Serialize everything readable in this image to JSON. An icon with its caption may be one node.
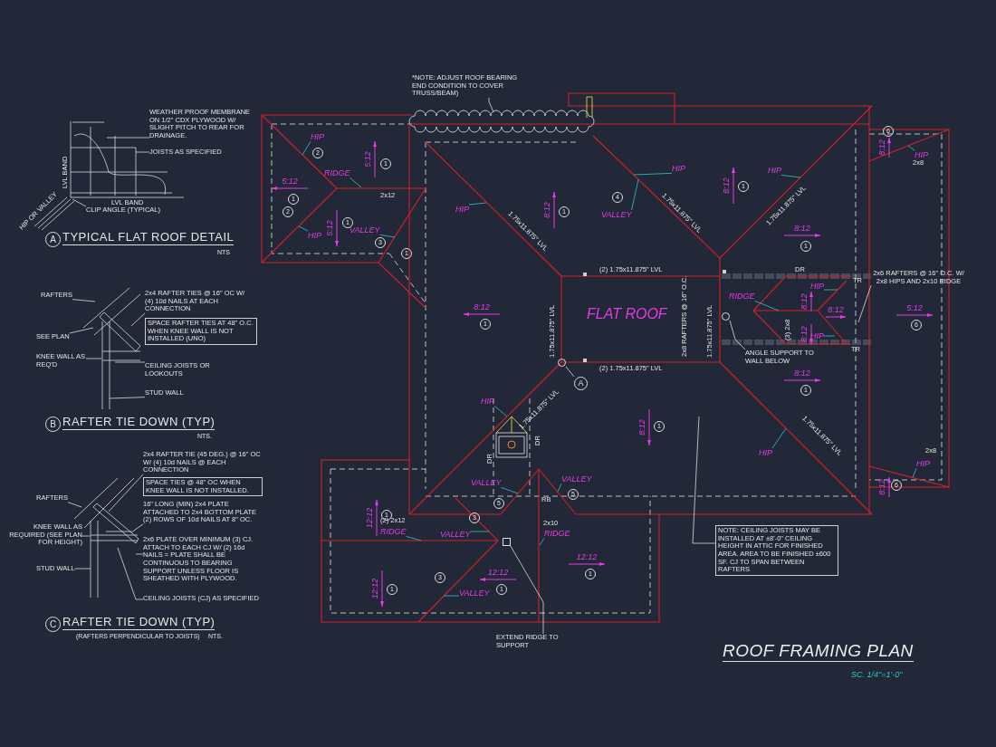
{
  "diagram": {
    "title": "ROOF FRAMING PLAN",
    "nodes": [
      {
        "text": [
          "WEATHER PROOF MEMBRANE ON 1/2\" CDX PLYWOOD W/ SLIGHT PITCH TO REAR FOR DRAINAGE."
        ]
      },
      {
        "text": [
          "JOISTS AS SPECIFIED"
        ]
      },
      {
        "text": [
          "CLIP ANGLE (TYPICAL)"
        ]
      },
      {
        "text": [
          "RAFTERS"
        ]
      },
      {
        "text": [
          "2x4 RAFTER TIES @ 16\" OC W/ (4) 10d NAILS AT EACH CONNECTION"
        ]
      },
      {
        "text": [
          "SPACE RAFTER TIES AT 48\" O.C. WHEN KNEE WALL IS NOT INSTALLED (UNO)"
        ]
      },
      {
        "text": [
          "SEE PLAN"
        ]
      },
      {
        "text": [
          "KNEE WALL AS REQ'D"
        ]
      },
      {
        "text": [
          "CEILING JOISTS OR LOOKOUTS"
        ]
      },
      {
        "text": [
          "STUD WALL"
        ]
      },
      {
        "text": [
          "RAFTERS"
        ]
      },
      {
        "text": [
          "2x4 RAFTER TIE (45 DEG.) @ 16\" OC W/ (4) 10d NAILS @ EACH CONNECTION"
        ]
      },
      {
        "text": [
          "SPACE TIES @ 48\" OC WHEN KNEE WALL IS NOT INSTALLED."
        ]
      },
      {
        "text": [
          "16\" LONG (MIN) 2x4 PLATE ATTACHED TO 2x4 BOTTOM PLATE (2) ROWS OF 10d NAILS AT 8\" OC."
        ]
      },
      {
        "text": [
          "KNEE WALL AS REQUIRED (SEE PLAN FOR HEIGHT)"
        ]
      },
      {
        "text": [
          "2x6 PLATE OVER MINIMUM (3) CJ. ATTACH TO EACH CJ W/ (2) 16d NAILS = PLATE SHALL BE CONTINUOUS TO BEARING SUPPORT UNLESS FLOOR IS SHEATHED WITH PLYWOOD."
        ]
      },
      {
        "text": [
          "STUD WALL"
        ]
      },
      {
        "text": [
          "CEILING JOISTS (CJ) AS SPECIFIED"
        ]
      },
      {
        "text": [
          "*NOTE: ADJUST ROOF BEARING END CONDITION TO COVER TRUSS/BEAM)"
        ]
      },
      {
        "text": [
          "NOTE: CEILING JOISTS MAY BE INSTALLED AT ±8'-0\" CEILING HEIGHT IN ATTIC FOR FINISHED AREA. AREA TO BE FINISHED ±600 SF. CJ TO SPAN BETWEEN RAFTERS"
        ]
      },
      {
        "text": [
          "EXTEND RIDGE TO SUPPORT"
        ]
      },
      {
        "text": [
          "ANGLE SUPPORT TO WALL BELOW"
        ]
      },
      {
        "text": [
          "2x6 RAFTERS @ 16\" O.C. W/ 2x8 HIPS AND 2x10 RIDGE"
        ]
      },
      {
        "text": [
          "A"
        ]
      },
      {
        "text": [
          "HIP"
        ]
      },
      {
        "text": [
          "HIP"
        ]
      },
      {
        "text": [
          "RIDGE"
        ]
      },
      {
        "text": [
          "VALLEY"
        ]
      },
      {
        "text": [
          "HIP"
        ]
      },
      {
        "text": [
          "VALLEY"
        ]
      },
      {
        "text": [
          "HIP"
        ]
      },
      {
        "text": [
          "HIP"
        ]
      },
      {
        "text": [
          "HIP"
        ]
      },
      {
        "text": [
          "RIDGE"
        ]
      },
      {
        "text": [
          "HIP"
        ]
      },
      {
        "text": [
          "HIP"
        ]
      },
      {
        "text": [
          "HIP"
        ]
      },
      {
        "text": [
          "HIP"
        ]
      },
      {
        "text": [
          "HIP"
        ]
      },
      {
        "text": [
          "VALLEY"
        ]
      },
      {
        "text": [
          "VALLEY"
        ]
      },
      {
        "text": [
          "RIDGE"
        ]
      },
      {
        "text": [
          "VALLEY"
        ]
      },
      {
        "text": [
          "RIDGE"
        ]
      },
      {
        "text": [
          "VALLEY"
        ]
      },
      {
        "text": [
          "A"
        ],
        "beside": [
          "TYPICAL FLAT ROOF DETAIL"
        ]
      },
      {
        "text": [
          "B"
        ],
        "beside": [
          "RAFTER TIE DOWN (TYP)"
        ]
      },
      {
        "text": [
          "C"
        ],
        "beside": [
          "RAFTER TIE DOWN (TYP)"
        ]
      },
      {
        "text": [],
        "shape": "circle"
      },
      {
        "text": [],
        "shape": "circle"
      },
      {
        "text": [],
        "shape": "box"
      }
    ],
    "edges": [
      {
        "from": 0,
        "to": null,
        "arrow": "none"
      },
      {
        "from": 1,
        "to": null,
        "arrow": "none"
      },
      {
        "from": 2,
        "to": null,
        "arrow": "none"
      },
      {
        "from": 3,
        "to": null,
        "arrow": "none"
      },
      {
        "from": 4,
        "to": null,
        "arrow": "none"
      },
      {
        "from": 6,
        "to": null,
        "arrow": "none"
      },
      {
        "from": 7,
        "to": null,
        "arrow": "none"
      },
      {
        "from": 8,
        "to": null,
        "arrow": "none"
      },
      {
        "from": 9,
        "to": null,
        "arrow": "none"
      },
      {
        "from": 10,
        "to": null,
        "arrow": "none"
      },
      {
        "from": 11,
        "to": null,
        "arrow": "none"
      },
      {
        "from": 13,
        "to": null,
        "arrow": "none"
      },
      {
        "from": 14,
        "to": null,
        "arrow": "none"
      },
      {
        "from": 15,
        "to": null,
        "arrow": "none"
      },
      {
        "from": 16,
        "to": null,
        "arrow": "none"
      },
      {
        "from": 17,
        "to": null,
        "arrow": "none"
      },
      {
        "from": 18,
        "to": null,
        "arrow": "none"
      },
      {
        "from": 19,
        "to": null,
        "arrow": "none"
      },
      {
        "from": 20,
        "to": 50,
        "arrow": "none"
      },
      {
        "from": 21,
        "to": 48,
        "arrow": "none"
      },
      {
        "from": 22,
        "to": null,
        "arrow": "none"
      },
      {
        "from": 23,
        "to": 49,
        "arrow": "none"
      },
      {
        "from": 24,
        "to": null,
        "arrow": "none",
        "color": "#2ec5c9"
      },
      {
        "from": 25,
        "to": null,
        "arrow": "none",
        "color": "#2ec5c9"
      },
      {
        "from": 26,
        "to": null,
        "arrow": "none",
        "color": "#2ec5c9"
      },
      {
        "from": 27,
        "to": null,
        "arrow": "none",
        "color": "#2ec5c9"
      },
      {
        "from": 28,
        "to": null,
        "arrow": "none",
        "color": "#2ec5c9"
      },
      {
        "from": 29,
        "to": null,
        "arrow": "none",
        "color": "#2ec5c9"
      },
      {
        "from": 30,
        "to": null,
        "arrow": "none",
        "color": "#2ec5c9"
      },
      {
        "from": 31,
        "to": null,
        "arrow": "none",
        "color": "#2ec5c9"
      },
      {
        "from": 32,
        "to": null,
        "arrow": "none",
        "color": "#2ec5c9"
      },
      {
        "from": 33,
        "to": null,
        "arrow": "none",
        "color": "#2ec5c9"
      },
      {
        "from": 34,
        "to": null,
        "arrow": "none",
        "color": "#2ec5c9"
      },
      {
        "from": 35,
        "to": null,
        "arrow": "none",
        "color": "#2ec5c9"
      },
      {
        "from": 36,
        "to": null,
        "arrow": "none",
        "color": "#2ec5c9"
      },
      {
        "from": 37,
        "to": null,
        "arrow": "none",
        "color": "#2ec5c9"
      },
      {
        "from": 38,
        "to": null,
        "arrow": "none",
        "color": "#2ec5c9"
      },
      {
        "from": 39,
        "to": null,
        "arrow": "none",
        "color": "#2ec5c9"
      },
      {
        "from": 40,
        "to": null,
        "arrow": "none",
        "color": "#2ec5c9"
      },
      {
        "from": 41,
        "to": null,
        "arrow": "none",
        "color": "#2ec5c9"
      },
      {
        "from": 42,
        "to": null,
        "arrow": "none",
        "color": "#2ec5c9"
      },
      {
        "from": 43,
        "to": null,
        "arrow": "none",
        "color": "#2ec5c9"
      },
      {
        "from": 44,
        "to": null,
        "arrow": "none",
        "color": "#2ec5c9"
      }
    ],
    "labels": [
      "LVL BAND",
      "LVL BAND",
      "HIP OR VALLEY",
      "NTS",
      "NTS.",
      "(RAFTERS PERPENDICULAR TO JOISTS)",
      "NTS.",
      "2",
      "5:12",
      "1",
      "2x12",
      "5:12",
      "1",
      "2",
      "5:12",
      "1",
      "3",
      "1",
      "1.75x11.875\" LVL",
      "8:12",
      "1",
      "8:12",
      "1",
      "1.75x11.875\" LVL",
      "4",
      "1.75x11.875\" LVL",
      "8:12",
      "1",
      "1.75x11.875\" LVL",
      "8:12",
      "1",
      "(2) 1.75x11.875\" LVL",
      "FLAT ROOF",
      "2x8 RAFTERS @ 16\" O.C.",
      "1.75x11.875\" LVL",
      "(2) 1.75x11.875\" LVL",
      "DR",
      "TR",
      "8:12",
      "(3) 2x8",
      "8:12",
      "8:12",
      "TR",
      "5:12",
      "6",
      "8:12",
      "6",
      "2x8",
      "8:12",
      "1",
      "1.75x11.875\" LVL",
      "8:12",
      "1",
      "1.75x11.875\" LVL",
      "DR",
      "DR",
      "5",
      "5",
      "RB",
      "3",
      "(2) 2x12",
      "2x10",
      "12:12",
      "1",
      "12:12",
      "1",
      "12:12",
      "1",
      "12:12",
      "1",
      "3",
      "8:12",
      "6",
      "2x8",
      "SC. 1/4\"=1'-0\""
    ]
  }
}
